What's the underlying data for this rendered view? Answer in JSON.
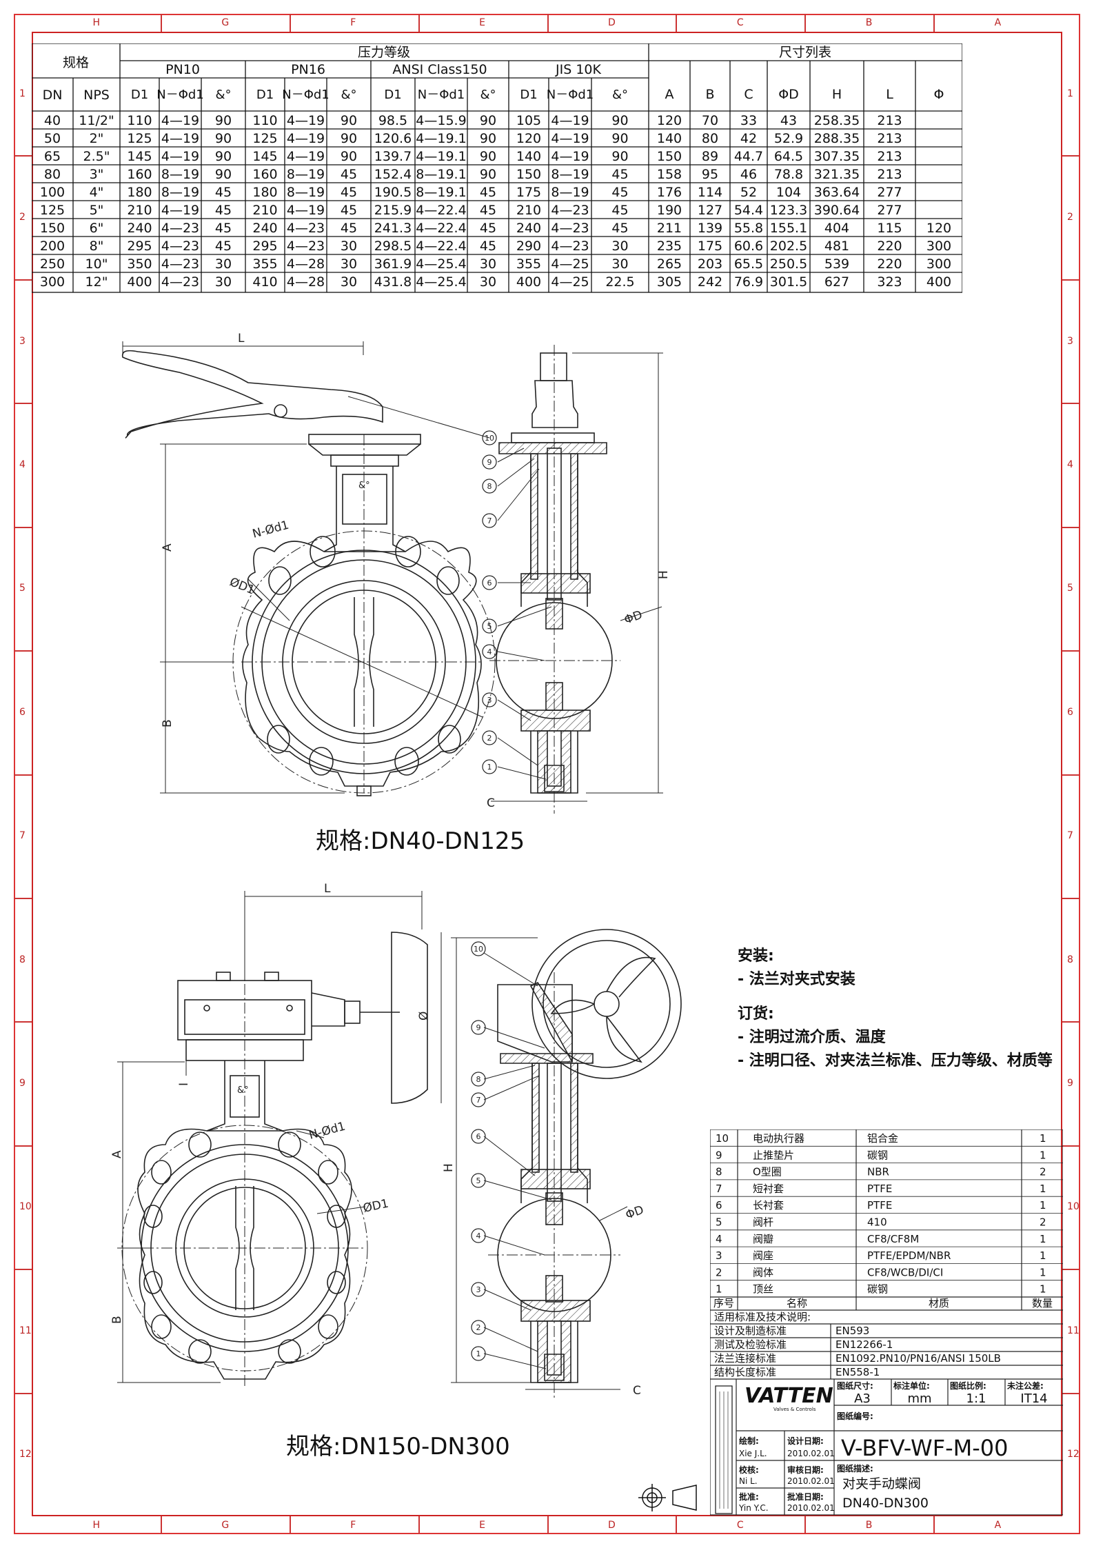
{
  "zones": {
    "cols_top": [
      "H",
      "G",
      "F",
      "E",
      "D",
      "C",
      "B",
      "A"
    ],
    "rows": [
      "1",
      "2",
      "3",
      "4",
      "5",
      "6",
      "7",
      "8",
      "9",
      "10",
      "11",
      "12"
    ]
  },
  "spec_table": {
    "h_spec": "规格",
    "h_pressure": "压力等级",
    "h_dims": "尺寸列表",
    "groups": [
      "PN10",
      "PN16",
      "ANSI  Class150",
      "JIS   10K"
    ],
    "sub": [
      "D1",
      "N－Φd1",
      "&°"
    ],
    "col_dn": "DN",
    "col_nps": "NPS",
    "dims": [
      "A",
      "B",
      "C",
      "ΦD",
      "H",
      "L",
      "Φ"
    ],
    "rows": [
      [
        "40",
        "11/2\"",
        "110",
        "4—19",
        "90",
        "110",
        "4—19",
        "90",
        "98.5",
        "4—15.9",
        "90",
        "105",
        "4—19",
        "90",
        "120",
        "70",
        "33",
        "43",
        "258.35",
        "213",
        ""
      ],
      [
        "50",
        "2\"",
        "125",
        "4—19",
        "90",
        "125",
        "4—19",
        "90",
        "120.6",
        "4—19.1",
        "90",
        "120",
        "4—19",
        "90",
        "140",
        "80",
        "42",
        "52.9",
        "288.35",
        "213",
        ""
      ],
      [
        "65",
        "2.5\"",
        "145",
        "4—19",
        "90",
        "145",
        "4—19",
        "90",
        "139.7",
        "4—19.1",
        "90",
        "140",
        "4—19",
        "90",
        "150",
        "89",
        "44.7",
        "64.5",
        "307.35",
        "213",
        ""
      ],
      [
        "80",
        "3\"",
        "160",
        "8—19",
        "90",
        "160",
        "8—19",
        "45",
        "152.4",
        "8—19.1",
        "90",
        "150",
        "8—19",
        "45",
        "158",
        "95",
        "46",
        "78.8",
        "321.35",
        "213",
        ""
      ],
      [
        "100",
        "4\"",
        "180",
        "8—19",
        "45",
        "180",
        "8—19",
        "45",
        "190.5",
        "8—19.1",
        "45",
        "175",
        "8—19",
        "45",
        "176",
        "114",
        "52",
        "104",
        "363.64",
        "277",
        ""
      ],
      [
        "125",
        "5\"",
        "210",
        "4—19",
        "45",
        "210",
        "4—19",
        "45",
        "215.9",
        "4—22.4",
        "45",
        "210",
        "4—23",
        "45",
        "190",
        "127",
        "54.4",
        "123.3",
        "390.64",
        "277",
        ""
      ],
      [
        "150",
        "6\"",
        "240",
        "4—23",
        "45",
        "240",
        "4—23",
        "45",
        "241.3",
        "4—22.4",
        "45",
        "240",
        "4—23",
        "45",
        "211",
        "139",
        "55.8",
        "155.1",
        "404",
        "115",
        "120"
      ],
      [
        "200",
        "8\"",
        "295",
        "4—23",
        "45",
        "295",
        "4—23",
        "30",
        "298.5",
        "4—22.4",
        "45",
        "290",
        "4—23",
        "30",
        "235",
        "175",
        "60.6",
        "202.5",
        "481",
        "220",
        "300"
      ],
      [
        "250",
        "10\"",
        "350",
        "4—23",
        "30",
        "355",
        "4—28",
        "30",
        "361.9",
        "4—25.4",
        "30",
        "355",
        "4—25",
        "30",
        "265",
        "203",
        "65.5",
        "250.5",
        "539",
        "220",
        "300"
      ],
      [
        "300",
        "12\"",
        "400",
        "4—23",
        "30",
        "410",
        "4—28",
        "30",
        "431.8",
        "4—25.4",
        "30",
        "400",
        "4—25",
        "22.5",
        "305",
        "242",
        "76.9",
        "301.5",
        "627",
        "323",
        "400"
      ]
    ]
  },
  "drawings": {
    "caption_small": "规格:DN40-DN125",
    "caption_large": "规格:DN150-DN300",
    "dim_L": "L",
    "dim_A": "A",
    "dim_B": "B",
    "dim_C": "C",
    "dim_H": "H",
    "dim_D": "ΦD",
    "dim_D1": "ØD1",
    "dim_Nd1": "N-Ød1",
    "dim_Nd1b": "N-Ød1",
    "dim_angle": "&°",
    "dim_I": "I",
    "dim_phi": "Ø",
    "balloons": [
      "10",
      "9",
      "8",
      "7",
      "6",
      "5",
      "4",
      "3",
      "2",
      "1"
    ]
  },
  "notes": {
    "install_title": "安装:",
    "install_1": "- 法兰对夹式安装",
    "order_title": "订货:",
    "order_1": "- 注明过流介质、温度",
    "order_2": "- 注明口径、对夹法兰标准、压力等级、材质等"
  },
  "bom": {
    "rows": [
      [
        "10",
        "电动执行器",
        "铝合金",
        "1"
      ],
      [
        "9",
        "止推垫片",
        "碳钢",
        "1"
      ],
      [
        "8",
        "O型圈",
        "NBR",
        "2"
      ],
      [
        "7",
        "短衬套",
        "PTFE",
        "1"
      ],
      [
        "6",
        "长衬套",
        "PTFE",
        "1"
      ],
      [
        "5",
        "阀杆",
        "410",
        "2"
      ],
      [
        "4",
        "阀瓣",
        "CF8/CF8M",
        "1"
      ],
      [
        "3",
        "阀座",
        "PTFE/EPDM/NBR",
        "1"
      ],
      [
        "2",
        "阀体",
        "CF8/WCB/DI/CI",
        "1"
      ],
      [
        "1",
        "顶丝",
        "碳钢",
        "1"
      ]
    ],
    "header": [
      "序号",
      "名称",
      "材质",
      "数量"
    ],
    "std_title": "适用标准及技术说明:",
    "std_rows": [
      [
        "设计及制造标准",
        "EN593"
      ],
      [
        "测试及检验标准",
        "EN12266-1"
      ],
      [
        "法兰连接标准",
        "EN1092.PN10/PN16/ANSI 150LB"
      ],
      [
        "结构长度标准",
        "EN558-1"
      ]
    ]
  },
  "title_block": {
    "logo": "VATTEN",
    "logo_sub": "Valves & Controls",
    "size_label": "图纸尺寸:",
    "size_value": "A3",
    "unit_label": "标注单位:",
    "unit_value": "mm",
    "scale_label": "图纸比例:",
    "scale_value": "1:1",
    "tol_label": "未注公差:",
    "tol_value": "IT14",
    "no_label": "图纸编号:",
    "no_value": "V-BFV-WF-M-00",
    "draw_label": "绘制:",
    "draw_name": "Xie J.L.",
    "design_label": "设计日期:",
    "design_date": "2010.02.01",
    "check_label": "校核:",
    "check_name": "Ni L.",
    "review_label": "审核日期:",
    "review_date": "2010.02.01",
    "approve_label": "批准:",
    "approve_name": "Yin Y.C.",
    "approve_dlabel": "批准日期:",
    "approve_date": "2010.02.01",
    "desc_label": "图纸描述:",
    "desc_1": "对夹手动蝶阀",
    "desc_2": "DN40-DN300"
  }
}
